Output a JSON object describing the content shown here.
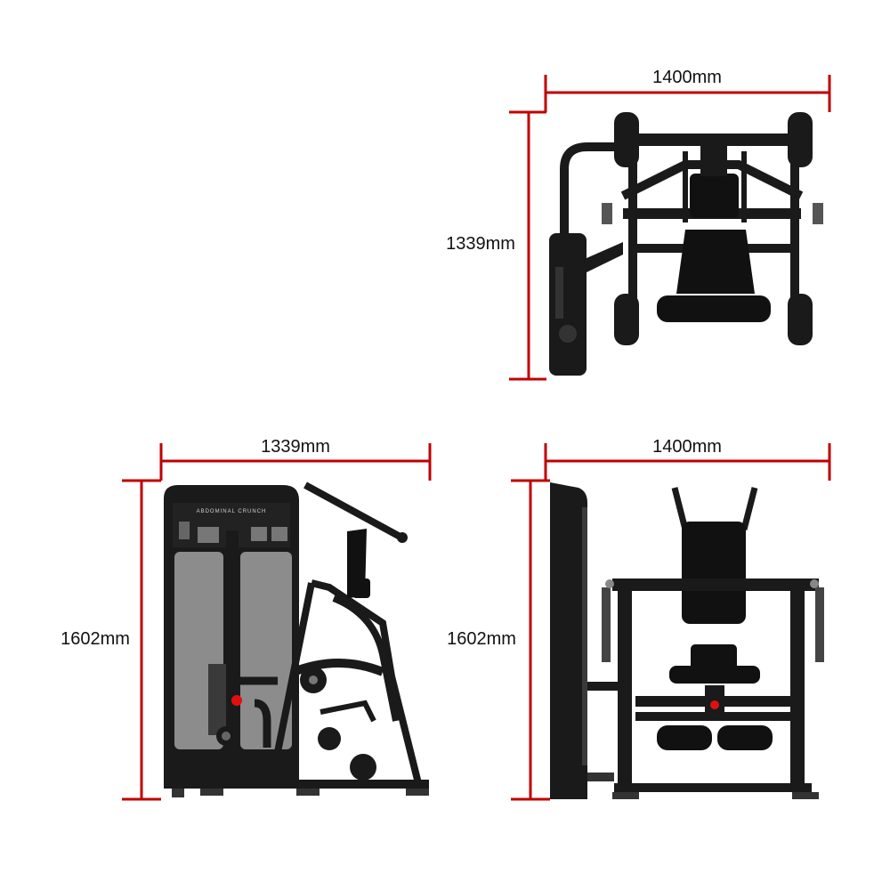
{
  "product_label": "ABDOMINAL CRUNCH",
  "colors": {
    "dimension_line": "#c00000",
    "frame": "#1a1a1a",
    "upholstery": "#111111",
    "shroud_panel": "#8c8c8c",
    "pivot_accent": "#e01010"
  },
  "views": {
    "top": {
      "width_label": "1400mm",
      "depth_label": "1339mm"
    },
    "side": {
      "width_label": "1339mm",
      "height_label": "1602mm"
    },
    "front": {
      "width_label": "1400mm",
      "height_label": "1602mm"
    }
  }
}
